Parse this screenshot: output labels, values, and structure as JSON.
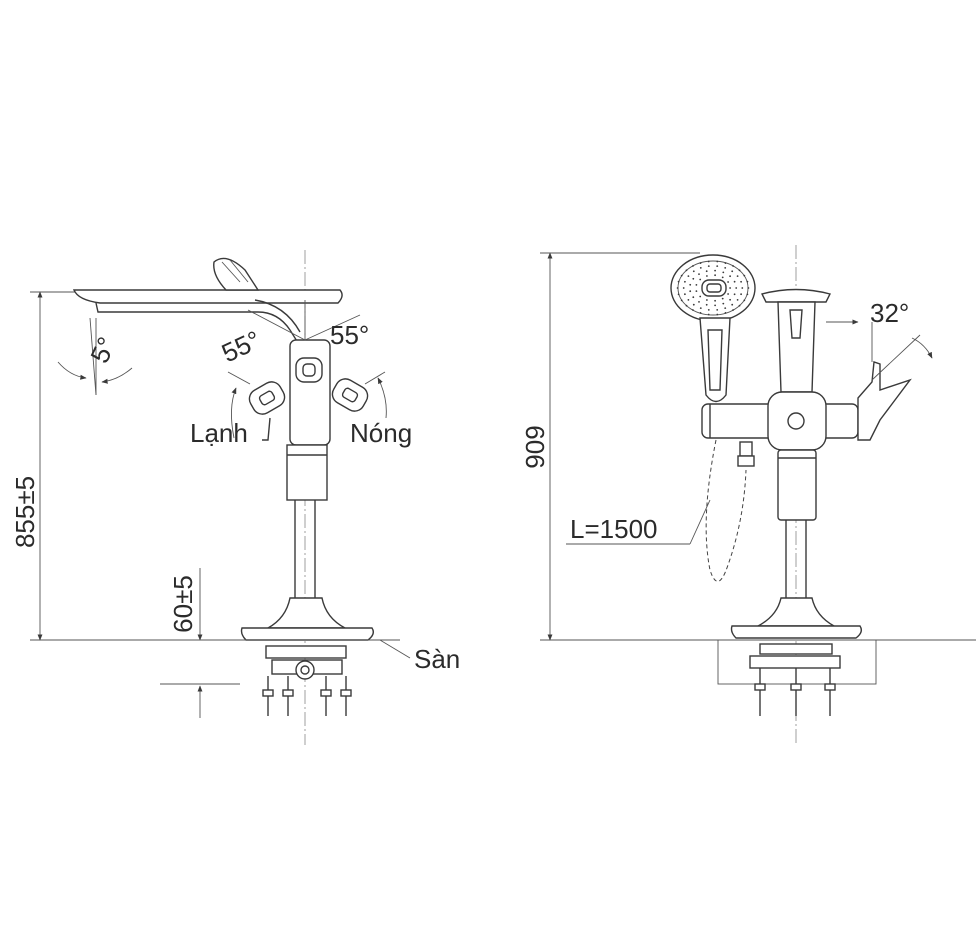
{
  "labels": {
    "angle_tilt": "5°",
    "angle_left": "55°",
    "angle_right": "55°",
    "cold": "Lạnh",
    "hot": "Nóng",
    "height_total": "855±5",
    "height_base": "60±5",
    "floor": "Sàn",
    "height_side": "909",
    "hose_length": "L=1500",
    "angle_lever": "32°"
  }
}
